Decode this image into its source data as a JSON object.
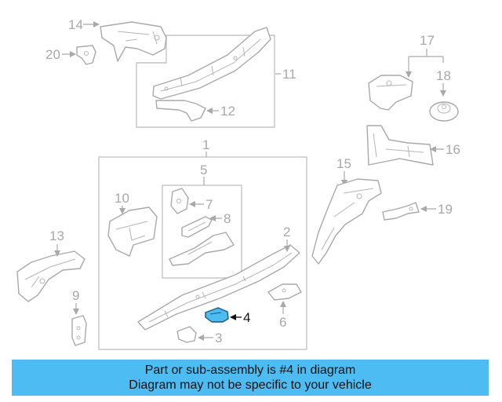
{
  "callouts": {
    "c1": "1",
    "c2": "2",
    "c3": "3",
    "c4": "4",
    "c5": "5",
    "c6": "6",
    "c7": "7",
    "c8": "8",
    "c9": "9",
    "c10": "10",
    "c11": "11",
    "c12": "12",
    "c13": "13",
    "c14": "14",
    "c15": "15",
    "c16": "16",
    "c17": "17",
    "c18": "18",
    "c19": "19",
    "c20": "20"
  },
  "highlight_part": "4",
  "colors": {
    "highlight_fill": "#4dbcf2",
    "banner": "#4dbcf2",
    "part_line": "#a9a9a9"
  },
  "banner": {
    "line1": "Part or sub-assembly is #4 in diagram",
    "line2": "Diagram may not be specific to your vehicle"
  }
}
